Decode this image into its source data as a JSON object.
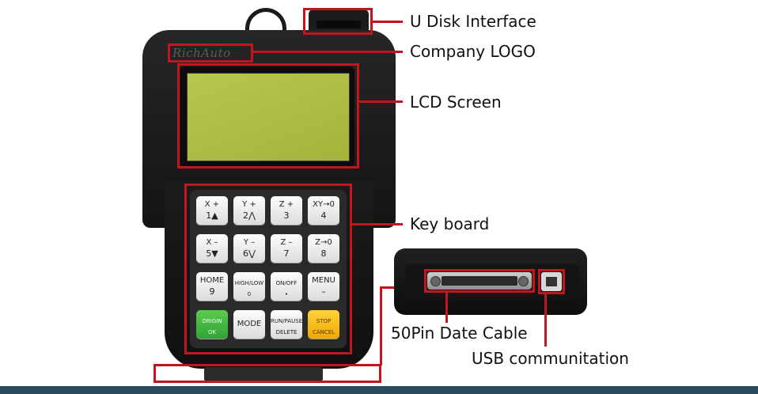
{
  "device": {
    "logo_text": "RichAuto",
    "keys": [
      {
        "name": "key-x-plus",
        "l1": "X +",
        "l2": "1▲",
        "style": "white"
      },
      {
        "name": "key-y-plus",
        "l1": "Y +",
        "l2": "2⋀",
        "style": "white"
      },
      {
        "name": "key-z-plus",
        "l1": "Z +",
        "l2": "3",
        "style": "white"
      },
      {
        "name": "key-xy-zero",
        "l1": "XY→0",
        "l2": "4",
        "style": "white"
      },
      {
        "name": "key-x-minus",
        "l1": "X –",
        "l2": "5▼",
        "style": "white"
      },
      {
        "name": "key-y-minus",
        "l1": "Y –",
        "l2": "6⋁",
        "style": "white"
      },
      {
        "name": "key-z-minus",
        "l1": "Z –",
        "l2": "7",
        "style": "white"
      },
      {
        "name": "key-z-zero",
        "l1": "Z→0",
        "l2": "8",
        "style": "white"
      },
      {
        "name": "key-home",
        "l1": "HOME",
        "l2": "9",
        "style": "white"
      },
      {
        "name": "key-high-low",
        "l1": "HIGH/LOW",
        "l2": "0",
        "style": "small"
      },
      {
        "name": "key-on-off",
        "l1": "ON/OFF",
        "l2": "•",
        "style": "small"
      },
      {
        "name": "key-menu",
        "l1": "MENU",
        "l2": "–",
        "style": "white"
      },
      {
        "name": "key-origin-ok",
        "l1": "ORIGIN",
        "l2": "OK",
        "style": "green"
      },
      {
        "name": "key-mode",
        "l1": "MODE",
        "l2": "",
        "style": "single"
      },
      {
        "name": "key-run-pause-delete",
        "l1": "RUN/PAUSE",
        "l2": "DELETE",
        "style": "small"
      },
      {
        "name": "key-stop-cancel",
        "l1": "STOP",
        "l2": "CANCEL",
        "style": "yellow"
      }
    ]
  },
  "labels": {
    "u_disk": "U Disk Interface",
    "logo": "Company LOGO",
    "lcd": "LCD Screen",
    "keyboard": "Key board",
    "cable": "50Pin Date Cable",
    "usb": "USB communitation"
  },
  "colors": {
    "callout": "#c0171f",
    "bottom_bar": "#2e4b5d",
    "ok_key": "#3fb43f",
    "stop_key": "#f7b500",
    "lcd": "#aebc43"
  }
}
